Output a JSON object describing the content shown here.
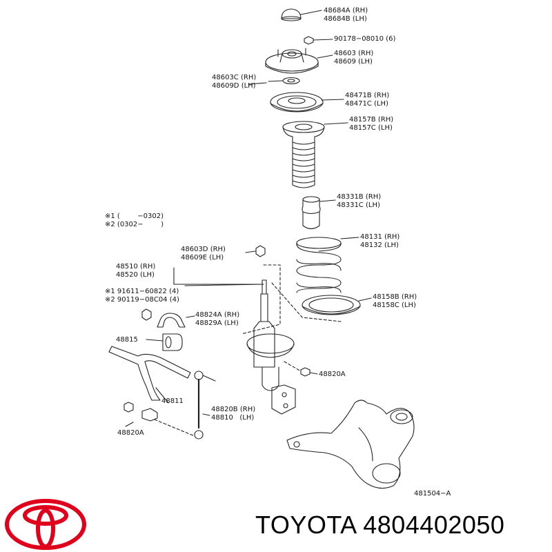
{
  "brand": {
    "name": "TOYOTA",
    "part_number": "4804402050",
    "logo_color": "#e0001b"
  },
  "parts": {
    "p48684": [
      "48684A (RH)",
      "48684B (LH)"
    ],
    "p90178": [
      "90178−08010 (6)"
    ],
    "p48603": [
      "48603 (RH)",
      "48609 (LH)"
    ],
    "p48603c": [
      "48603C (RH)",
      "48609D (LH)"
    ],
    "p48471": [
      "48471B (RH)",
      "48471C (LH)"
    ],
    "p48157": [
      "48157B (RH)",
      "48157C (LH)"
    ],
    "p48331": [
      "48331B (RH)",
      "48331C (LH)"
    ],
    "p48131": [
      "48131 (RH)",
      "48132 (LH)"
    ],
    "p48158": [
      "48158B (RH)",
      "48158C (LH)"
    ],
    "p48603d": [
      "48603D (RH)",
      "48609E (LH)"
    ],
    "p48510": [
      "48510 (RH)",
      "48520 (LH)"
    ],
    "p9161x": [
      "※1 91611−60822 (4)",
      "※2 90119−08C04 (4)"
    ],
    "p48824": [
      "48824A (RH)",
      "48829A (LH)"
    ],
    "p48815": [
      "48815"
    ],
    "p48820a_r": [
      "48820A"
    ],
    "p48811": [
      "48811"
    ],
    "p48820b": [
      "48820B (RH)",
      "48810   (LH)"
    ],
    "p48820a_l": [
      "48820A"
    ],
    "notes": [
      "※1 (        −0302)",
      "※2 (0302−        )"
    ],
    "fig": [
      "481504−A"
    ]
  }
}
